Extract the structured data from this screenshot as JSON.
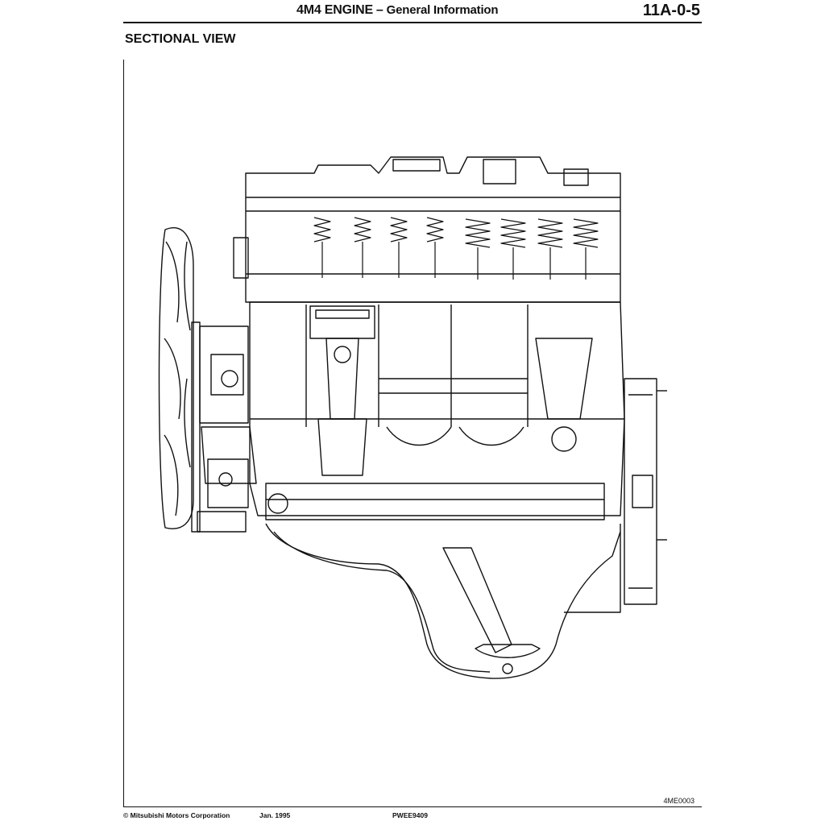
{
  "header": {
    "title_main": "4M4 ENGINE",
    "title_separator": "–",
    "title_sub": "General Information",
    "page_number": "11A-0-5"
  },
  "section": {
    "heading": "SECTIONAL VIEW"
  },
  "figure": {
    "figure_id": "4ME0003"
  },
  "footer": {
    "copyright": "© Mitsubishi Motors Corporation",
    "date": "Jan. 1995",
    "publication_code": "PWEE9409"
  }
}
